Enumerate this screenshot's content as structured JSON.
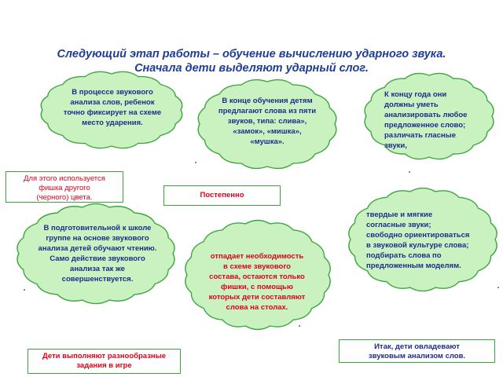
{
  "title": {
    "line1": "Следующий этап работы – обучение вычислению ударного звука.",
    "line2": "Сначала дети выделяют ударный слог."
  },
  "clouds": {
    "c1": "В процессе звукового\nанализа слов, ребенок\nточно фиксирует на схеме\nместо ударения.",
    "c2": "В конце обучения детям\nпредлагают слова из пяти\nзвуков, типа: слива»,\n«замок», «мишка»,\n«мушка».",
    "c3": "К концу года они\nдолжны уметь\nанализировать любое\nпредложенное слово;\nразличать гласные звуки,",
    "c4": "В подготовительной к школе\nгруппе на основе звукового\nанализа детей обучают чтению.\nСамо действие звукового\nанализа так же\nсовершенствуется.",
    "c5": "отпадает необходимость\nв схеме звукового\nсостава, остаются только\nфишки, с помощью\nкоторых дети составляют\nслова на столах.",
    "c6": "твердые и мягкие\nсогласные звуки;\nсвободно ориентироваться\nв звуковой культуре слова;\nподбирать слова по\nпредложенным моделям."
  },
  "boxes": {
    "b1": "Для этого используется\nфишка другого\n(черного) цвета.",
    "b2": "Постепенно",
    "b3": "Дети выполняют разнообразные\nзадания в игре",
    "b4": "Итак, дети овладевают\nзвуковым анализом слов."
  },
  "colors": {
    "title": "#1f3d99",
    "cloud_fill": "#c9f2c0",
    "cloud_stroke": "#3fa63f",
    "blue_text": "#1e2a8c",
    "red_text": "#e0001a"
  }
}
